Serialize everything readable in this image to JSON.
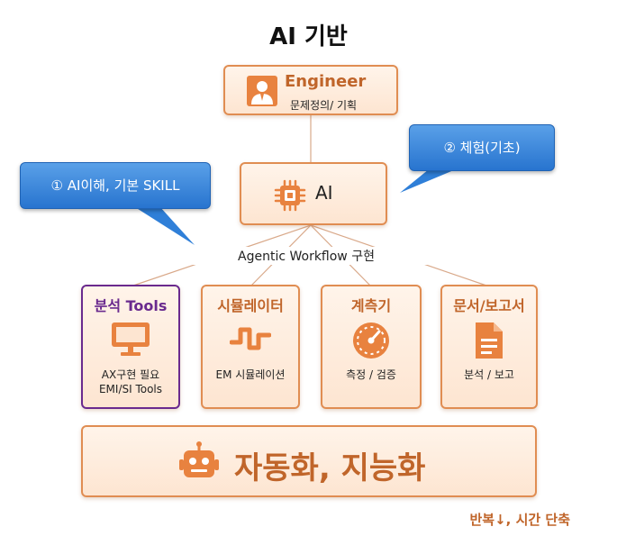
{
  "title": "AI 기반",
  "engineer": {
    "name": "Engineer",
    "subtitle": "문제정의/ 기획",
    "icon": "person-icon"
  },
  "ai": {
    "label": "AI",
    "icon": "chip-icon"
  },
  "callouts": {
    "left": "① AI이해, 기본 SKILL",
    "right": "② 체험(기초)"
  },
  "workflow_label": "Agentic Workflow 구현",
  "tools": [
    {
      "title": "분석 Tools",
      "line1": "AX구현 필요",
      "line2": "EMI/SI Tools",
      "icon": "monitor-icon"
    },
    {
      "title": "시뮬레이터",
      "line1": "EM 시뮬레이션",
      "icon": "waveform-icon"
    },
    {
      "title": "계측기",
      "line1": "측정 / 검증",
      "icon": "gauge-icon"
    },
    {
      "title": "문서/보고서",
      "line1": "분석 / 보고",
      "icon": "document-icon"
    }
  ],
  "automation": {
    "label": "자동화, 지능화",
    "icon": "robot-icon"
  },
  "footer": "반복↓, 시간 단축",
  "colors": {
    "accent": "#c0652a",
    "box_border": "#e08d52",
    "box_fill": "#fde5d1",
    "callout_blue": "#2f7fd8",
    "analysis_purple": "#6a2a8e"
  }
}
